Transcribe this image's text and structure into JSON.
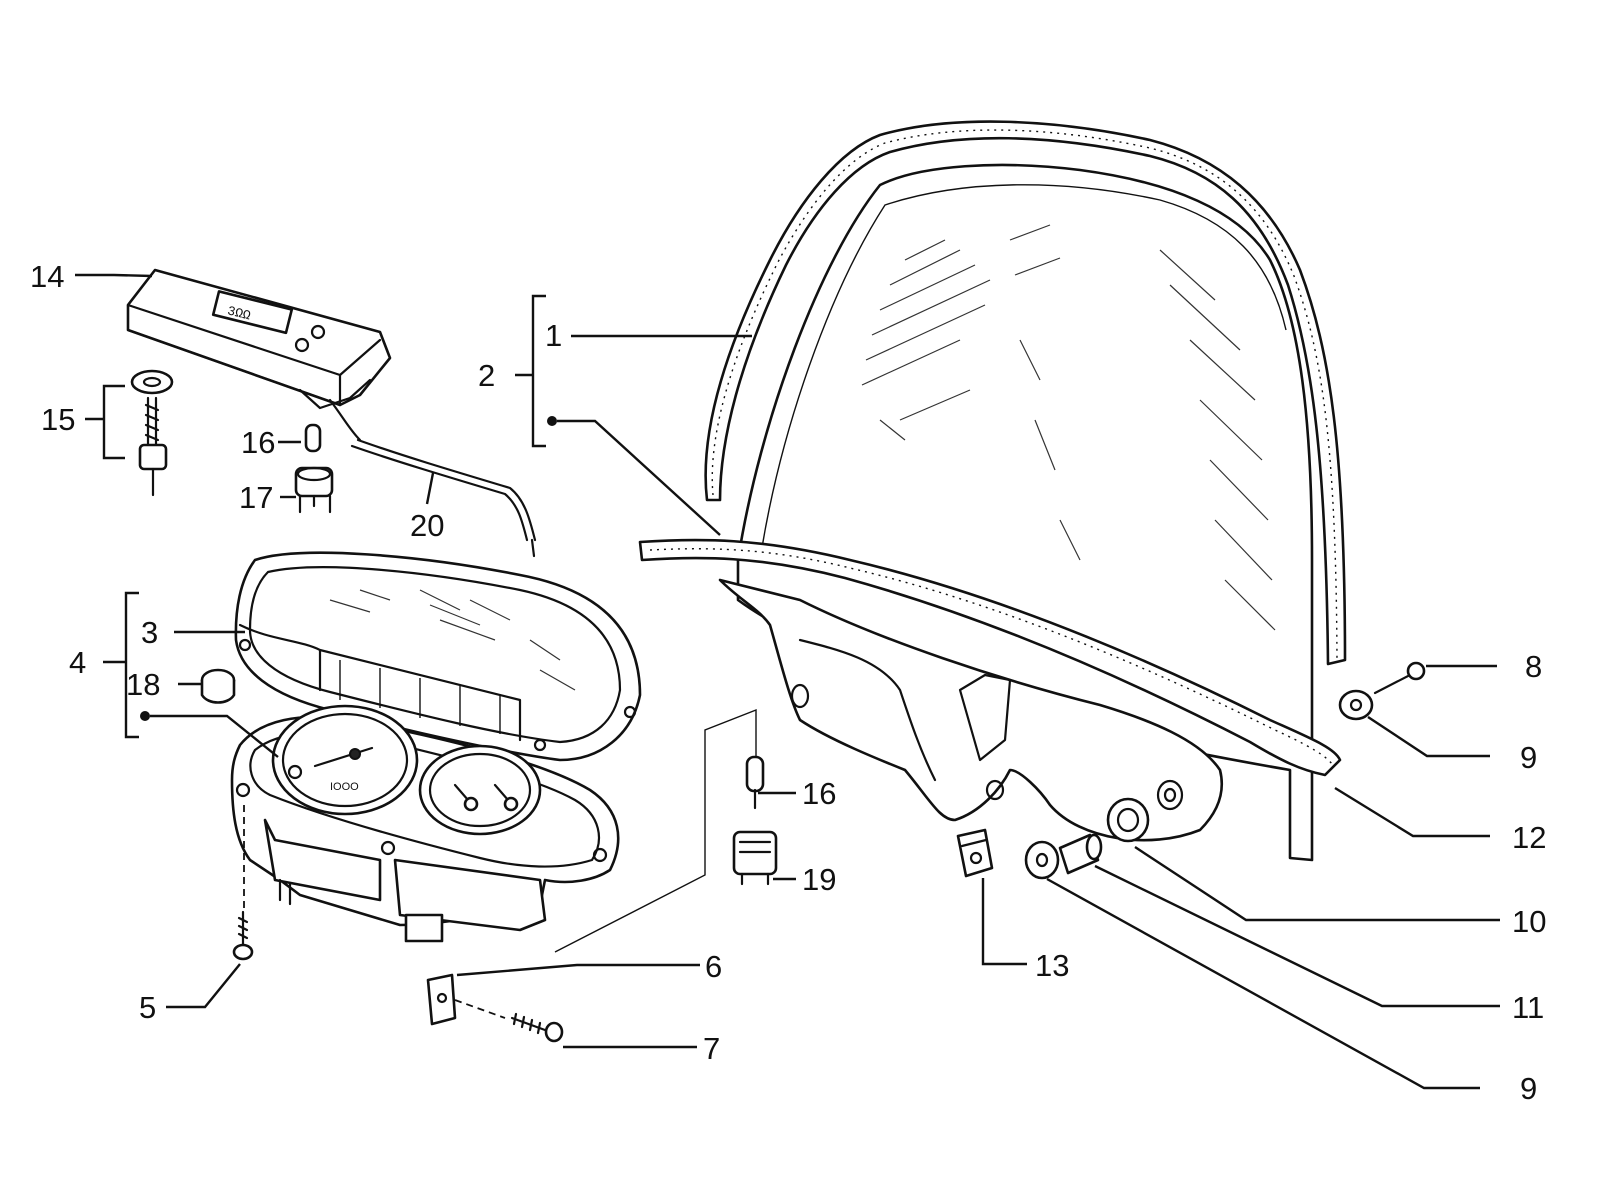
{
  "diagram": {
    "callouts": [
      {
        "id": "c1",
        "text": "1"
      },
      {
        "id": "c2",
        "text": "2"
      },
      {
        "id": "c3",
        "text": "3"
      },
      {
        "id": "c4",
        "text": "4"
      },
      {
        "id": "c5",
        "text": "5"
      },
      {
        "id": "c6",
        "text": "6"
      },
      {
        "id": "c7",
        "text": "7"
      },
      {
        "id": "c8",
        "text": "8"
      },
      {
        "id": "c9a",
        "text": "9"
      },
      {
        "id": "c9b",
        "text": "9"
      },
      {
        "id": "c10",
        "text": "10"
      },
      {
        "id": "c11",
        "text": "11"
      },
      {
        "id": "c12",
        "text": "12"
      },
      {
        "id": "c13",
        "text": "13"
      },
      {
        "id": "c14",
        "text": "14"
      },
      {
        "id": "c15",
        "text": "15"
      },
      {
        "id": "c16a",
        "text": "16"
      },
      {
        "id": "c16b",
        "text": "16"
      },
      {
        "id": "c17",
        "text": "17"
      },
      {
        "id": "c18",
        "text": "18"
      },
      {
        "id": "c19",
        "text": "19"
      },
      {
        "id": "c20",
        "text": "20"
      }
    ]
  }
}
